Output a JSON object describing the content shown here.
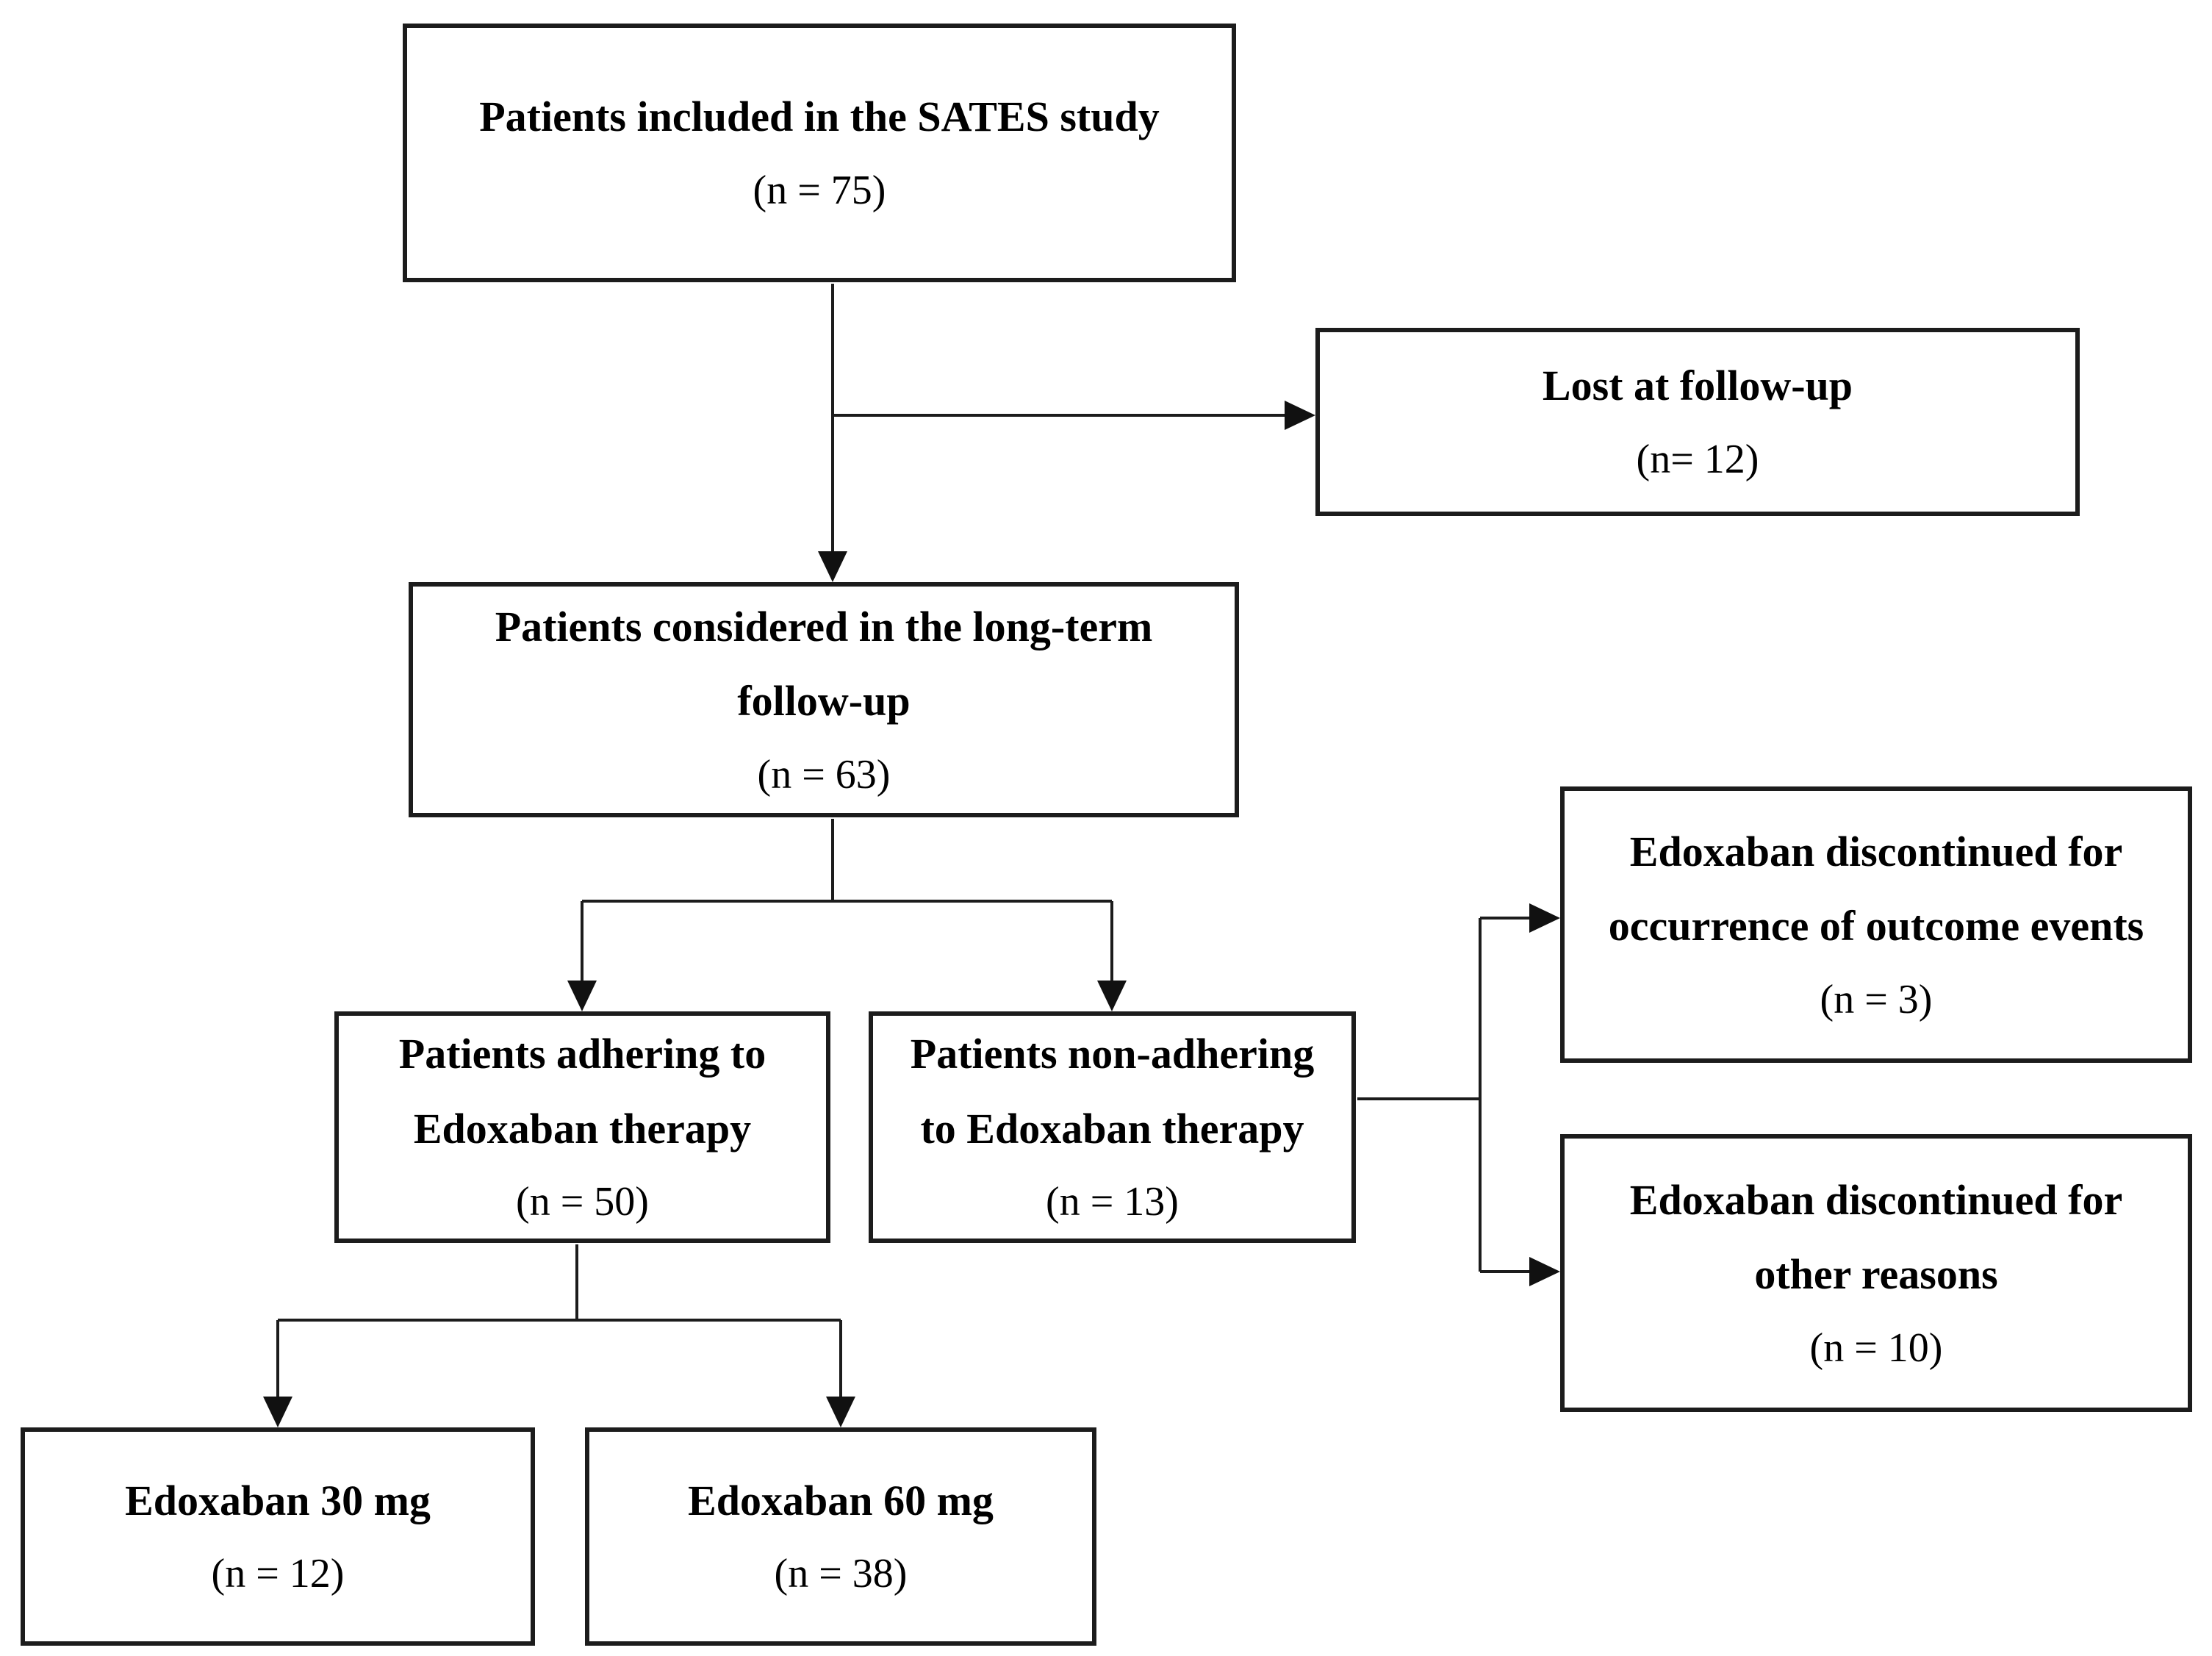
{
  "diagram": {
    "type": "flowchart",
    "background_color": "#ffffff",
    "box_border_color": "#1c1c1c",
    "line_color": "#1c1c1c",
    "text_color": "#000000",
    "nodes": {
      "included": {
        "title_line1": "Patients included in the SATES study",
        "count": "(n = 75)"
      },
      "lost": {
        "title_line1": "Lost at follow-up",
        "count": "(n= 12)"
      },
      "longterm": {
        "title_line1": "Patients considered in the long-term",
        "title_line2": "follow-up",
        "count": "(n = 63)"
      },
      "adhering": {
        "title_line1": "Patients adhering to",
        "title_line2": "Edoxaban therapy",
        "count": "(n = 50)"
      },
      "nonadhering": {
        "title_line1": "Patients non-adhering",
        "title_line2": "to Edoxaban therapy",
        "count": "(n = 13)"
      },
      "outcome": {
        "title_line1": "Edoxaban discontinued for",
        "title_line2": "occurrence of outcome events",
        "count": "(n = 3)"
      },
      "other": {
        "title_line1": "Edoxaban discontinued for",
        "title_line2": "other reasons",
        "count": "(n = 10)"
      },
      "e30": {
        "title_line1": "Edoxaban 30 mg",
        "count": "(n = 12)"
      },
      "e60": {
        "title_line1": "Edoxaban 60 mg",
        "count": "(n = 38)"
      }
    },
    "edges": [
      {
        "from": "included",
        "to": "longterm"
      },
      {
        "from": "included",
        "to": "lost"
      },
      {
        "from": "longterm",
        "to": "adhering"
      },
      {
        "from": "longterm",
        "to": "nonadhering"
      },
      {
        "from": "nonadhering",
        "to": "outcome"
      },
      {
        "from": "nonadhering",
        "to": "other"
      },
      {
        "from": "adhering",
        "to": "e30"
      },
      {
        "from": "adhering",
        "to": "e60"
      }
    ]
  }
}
